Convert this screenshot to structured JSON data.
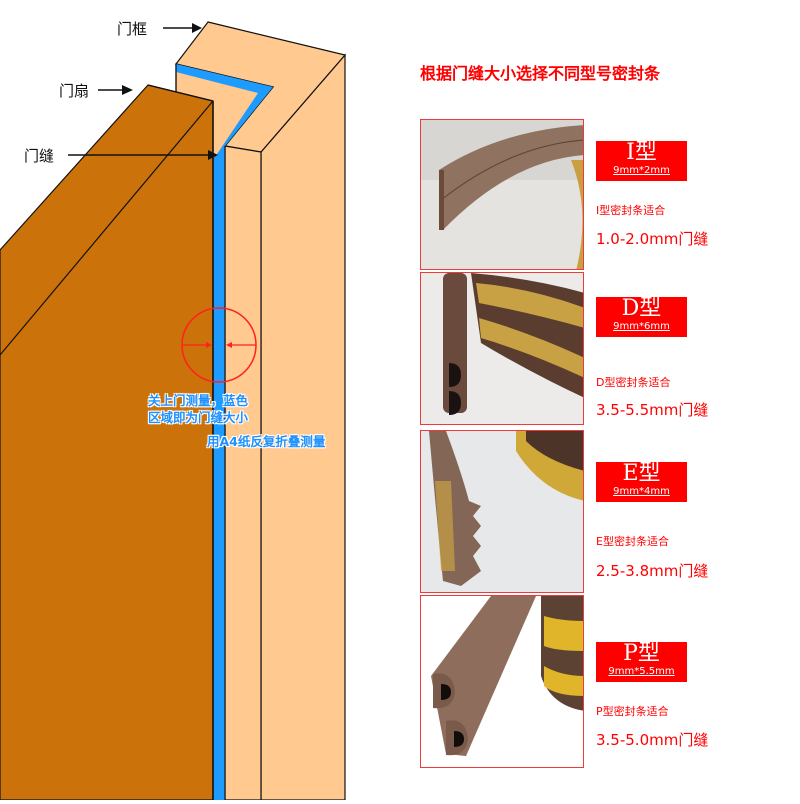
{
  "diagram": {
    "labels": {
      "frame": "门框",
      "door": "门扇",
      "gap": "门缝"
    },
    "notes": {
      "line1": "关上门测量，蓝色",
      "line2": "区域即为门缝大小",
      "line3": "用A4纸反复折叠测量"
    },
    "colors": {
      "door": "#cc720a",
      "frame": "#ffc990",
      "gap": "#1e9bff",
      "measure": "#ff2020"
    }
  },
  "headline": "根据门缝大小选择不同型号密封条",
  "products": [
    {
      "type": "I型",
      "size": "9mm*2mm",
      "fit": "I型密封条适合",
      "range": "1.0-2.0mm门缝"
    },
    {
      "type": "D型",
      "size": "9mm*6mm",
      "fit": "D型密封条适合",
      "range": "3.5-5.5mm门缝"
    },
    {
      "type": "E型",
      "size": "9mm*4mm",
      "fit": "E型密封条适合",
      "range": "2.5-3.8mm门缝"
    },
    {
      "type": "P型",
      "size": "9mm*5.5mm",
      "fit": "P型密封条适合",
      "range": "3.5-5.0mm门缝"
    }
  ],
  "accent_color": "#ff0000"
}
